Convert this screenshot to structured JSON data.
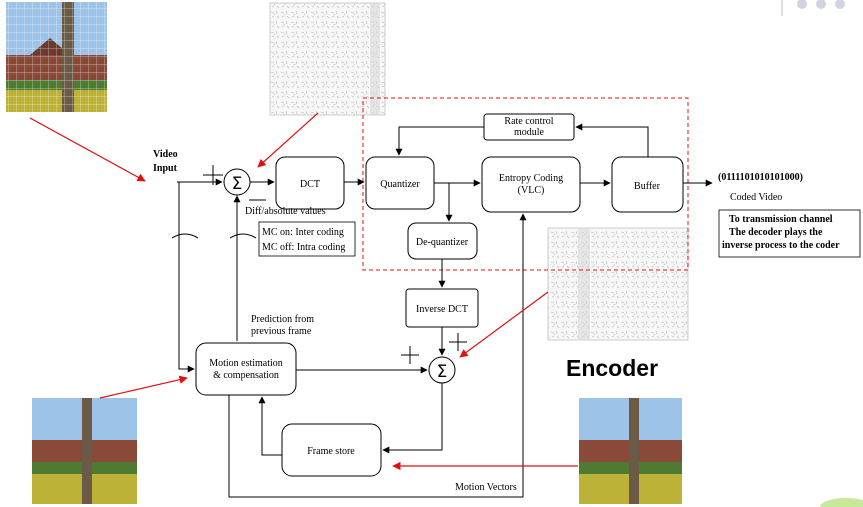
{
  "inputs": {
    "video_input": [
      "Video",
      "Input"
    ],
    "diff_values": "Diff/absolute values",
    "mc_on": "MC on: Inter coding",
    "mc_off": "MC off: Intra coding"
  },
  "blocks": {
    "dct": "DCT",
    "quantizer": "Quantizer",
    "entropy": [
      "Entropy Coding",
      "(VLC)"
    ],
    "buffer": "Buffer",
    "rate_control": [
      "Rate control",
      "module"
    ],
    "dequantizer": "De-quantizer",
    "inverse_dct": "Inverse DCT",
    "motion_est": [
      "Motion estimation",
      "& compensation"
    ],
    "frame_store": "Frame store"
  },
  "labels": {
    "prediction": [
      "Prediction from",
      "previous frame"
    ],
    "motion_vectors": "Motion Vectors",
    "bitstream": "(0111101010101000)",
    "coded_video": "Coded Video",
    "transmission": [
      "To transmission channel",
      "The decoder plays the",
      "inverse process to the coder"
    ],
    "encoder_title": "Encoder",
    "sigma": "Σ"
  },
  "colors": {
    "arrow_red": "#e01010",
    "sky": "#9ec3e8",
    "flowers": "#d9c13a",
    "grass": "#4e7a32",
    "house": "#8a4a3a",
    "accent_green": "#c8e89a"
  }
}
